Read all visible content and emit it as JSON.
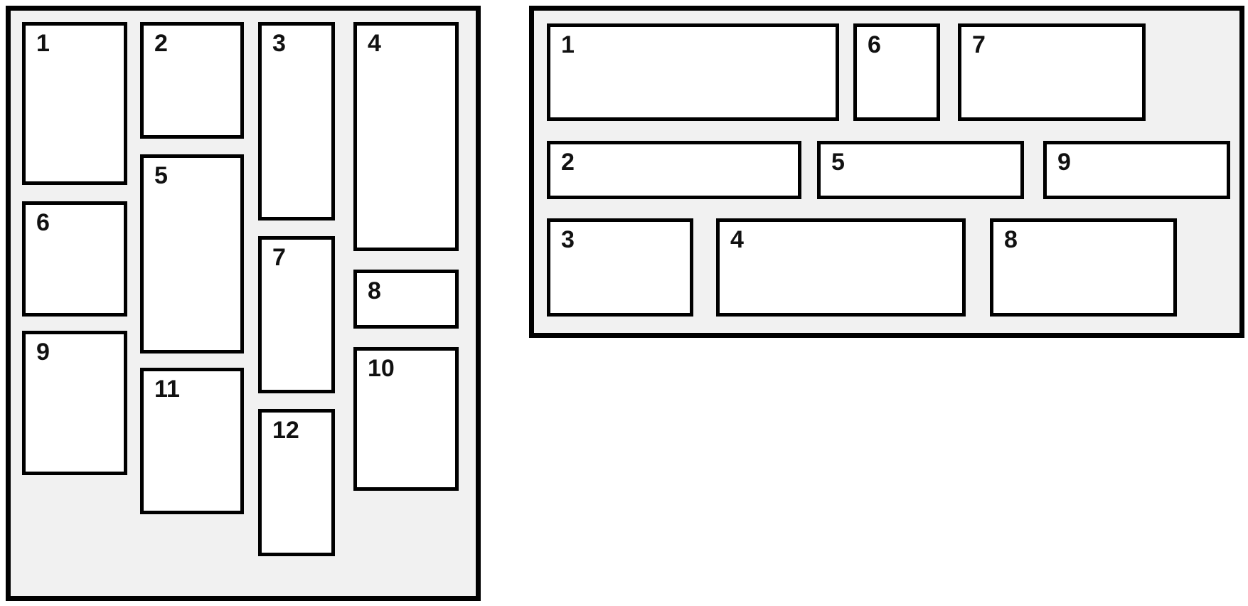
{
  "colors": {
    "page_background": "#ffffff",
    "panel_background": "#f1f1f1",
    "border": "#000000",
    "box_background": "#ffffff",
    "number_color": "#111111"
  },
  "left_panel": {
    "name": "vertical-masonry",
    "columns": [
      [
        "1",
        "6",
        "9"
      ],
      [
        "2",
        "5",
        "11"
      ],
      [
        "3",
        "7",
        "12"
      ],
      [
        "4",
        "8",
        "10"
      ]
    ],
    "items": [
      {
        "label": "1"
      },
      {
        "label": "2"
      },
      {
        "label": "3"
      },
      {
        "label": "4"
      },
      {
        "label": "5"
      },
      {
        "label": "6"
      },
      {
        "label": "7"
      },
      {
        "label": "8"
      },
      {
        "label": "9"
      },
      {
        "label": "10"
      },
      {
        "label": "11"
      },
      {
        "label": "12"
      }
    ]
  },
  "right_panel": {
    "name": "horizontal-masonry",
    "rows": [
      [
        "1",
        "6",
        "7"
      ],
      [
        "2",
        "5",
        "9"
      ],
      [
        "3",
        "4",
        "8"
      ]
    ],
    "items": [
      {
        "label": "1"
      },
      {
        "label": "2"
      },
      {
        "label": "3"
      },
      {
        "label": "4"
      },
      {
        "label": "5"
      },
      {
        "label": "6"
      },
      {
        "label": "7"
      },
      {
        "label": "8"
      },
      {
        "label": "9"
      }
    ]
  }
}
